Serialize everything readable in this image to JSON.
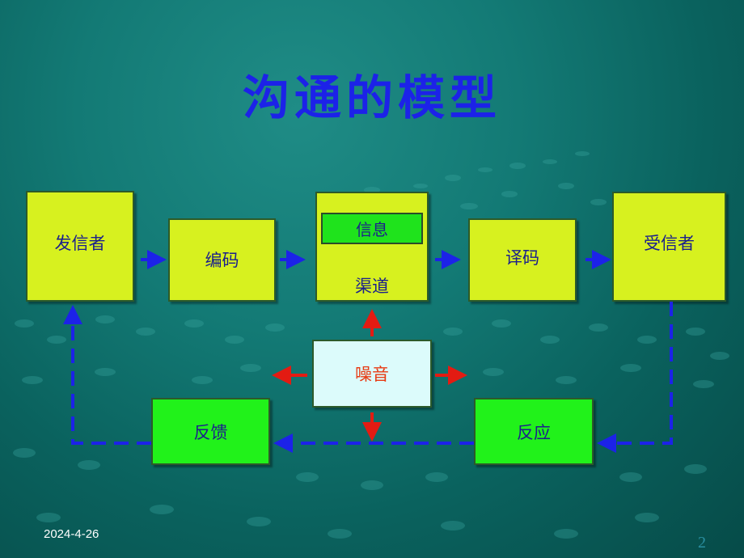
{
  "title": "沟通的模型",
  "nodes": {
    "sender": "发信者",
    "encode": "编码",
    "message": "信息",
    "channel": "渠道",
    "decode": "译码",
    "receiver": "受信者",
    "noise": "噪音",
    "feedback": "反馈",
    "response": "反应"
  },
  "footer": {
    "date": "2024-4-26",
    "page": "2"
  },
  "colors": {
    "title": "#1c22e8",
    "flow_arrow": "#1c22e8",
    "noise_arrow": "#e31b12",
    "box_yellow": "#d7f11f",
    "box_green": "#21f21a"
  }
}
